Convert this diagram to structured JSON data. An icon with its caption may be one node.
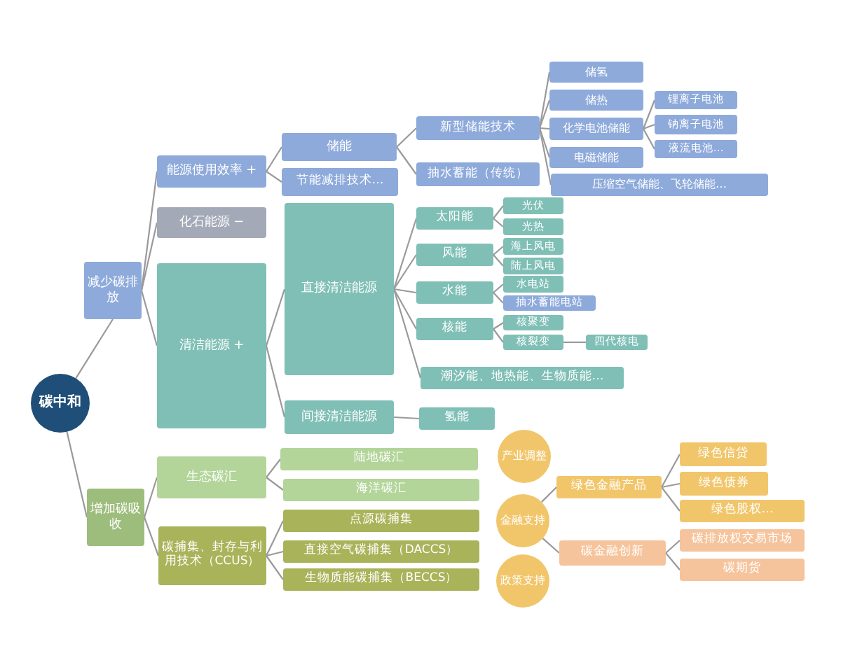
{
  "diagram": {
    "nodes": [
      {
        "text": [
          "碳中和"
        ]
      },
      {
        "text": [
          "减少碳排放"
        ]
      },
      {
        "text": [
          "能源使用效率 +"
        ]
      },
      {
        "text": [
          "化石能源 −"
        ]
      },
      {
        "text": [
          "清洁能源 +"
        ]
      },
      {
        "text": [
          "储能"
        ]
      },
      {
        "text": [
          "节能减排技术…"
        ]
      },
      {
        "text": [
          "直接清洁能源"
        ]
      },
      {
        "text": [
          "间接清洁能源"
        ]
      },
      {
        "text": [
          "新型储能技术"
        ]
      },
      {
        "text": [
          "抽水蓄能（传统）"
        ]
      },
      {
        "text": [
          "储氢"
        ]
      },
      {
        "text": [
          "储热"
        ]
      },
      {
        "text": [
          "化学电池储能"
        ]
      },
      {
        "text": [
          "电磁储能"
        ]
      },
      {
        "text": [
          "压缩空气储能、飞轮储能…"
        ]
      },
      {
        "text": [
          "锂离子电池"
        ]
      },
      {
        "text": [
          "钠离子电池"
        ]
      },
      {
        "text": [
          "液流电池…"
        ]
      },
      {
        "text": [
          "太阳能"
        ]
      },
      {
        "text": [
          "风能"
        ]
      },
      {
        "text": [
          "水能"
        ]
      },
      {
        "text": [
          "核能"
        ]
      },
      {
        "text": [
          "潮汐能、地热能、生物质能…"
        ]
      },
      {
        "text": [
          "氢能"
        ]
      },
      {
        "text": [
          "光伏"
        ]
      },
      {
        "text": [
          "光热"
        ]
      },
      {
        "text": [
          "海上风电"
        ]
      },
      {
        "text": [
          "陆上风电"
        ]
      },
      {
        "text": [
          "水电站"
        ]
      },
      {
        "text": [
          "抽水蓄能电站"
        ]
      },
      {
        "text": [
          "核聚变"
        ]
      },
      {
        "text": [
          "核裂变"
        ]
      },
      {
        "text": [
          "四代核电"
        ]
      },
      {
        "text": [
          "增加碳吸收"
        ]
      },
      {
        "text": [
          "生态碳汇"
        ]
      },
      {
        "text": [
          "碳捕集、封存与利用技术（CCUS）"
        ]
      },
      {
        "text": [
          "陆地碳汇"
        ]
      },
      {
        "text": [
          "海洋碳汇"
        ]
      },
      {
        "text": [
          "点源碳捕集"
        ]
      },
      {
        "text": [
          "直接空气碳捕集（DACCS）"
        ]
      },
      {
        "text": [
          "生物质能碳捕集（BECCS）"
        ]
      },
      {
        "text": [
          "产业调整"
        ]
      },
      {
        "text": [
          "金融支持"
        ]
      },
      {
        "text": [
          "政策支持"
        ]
      },
      {
        "text": [
          "绿色金融产品"
        ]
      },
      {
        "text": [
          "碳金融创新"
        ]
      },
      {
        "text": [
          "绿色信贷"
        ]
      },
      {
        "text": [
          "绿色债券"
        ]
      },
      {
        "text": [
          "绿色股权…"
        ]
      },
      {
        "text": [
          "碳排放权交易市场"
        ]
      },
      {
        "text": [
          "碳期货"
        ]
      }
    ],
    "edges": [
      {
        "from": 0,
        "to": 1,
        "arrow": "none"
      },
      {
        "from": 0,
        "to": 34,
        "arrow": "none"
      },
      {
        "from": 1,
        "to": 2,
        "arrow": "none"
      },
      {
        "from": 1,
        "to": 3,
        "arrow": "none"
      },
      {
        "from": 1,
        "to": 4,
        "arrow": "none"
      },
      {
        "from": 2,
        "to": 5,
        "arrow": "none"
      },
      {
        "from": 2,
        "to": 6,
        "arrow": "none"
      },
      {
        "from": 4,
        "to": 7,
        "arrow": "none"
      },
      {
        "from": 4,
        "to": 8,
        "arrow": "none"
      },
      {
        "from": 5,
        "to": 9,
        "arrow": "none"
      },
      {
        "from": 5,
        "to": 10,
        "arrow": "none"
      },
      {
        "from": 9,
        "to": 11,
        "arrow": "none"
      },
      {
        "from": 9,
        "to": 12,
        "arrow": "none"
      },
      {
        "from": 9,
        "to": 13,
        "arrow": "none"
      },
      {
        "from": 9,
        "to": 14,
        "arrow": "none"
      },
      {
        "from": 9,
        "to": 15,
        "arrow": "none"
      },
      {
        "from": 13,
        "to": 16,
        "arrow": "none"
      },
      {
        "from": 13,
        "to": 17,
        "arrow": "none"
      },
      {
        "from": 13,
        "to": 18,
        "arrow": "none"
      },
      {
        "from": 7,
        "to": 19,
        "arrow": "none"
      },
      {
        "from": 7,
        "to": 20,
        "arrow": "none"
      },
      {
        "from": 7,
        "to": 21,
        "arrow": "none"
      },
      {
        "from": 7,
        "to": 22,
        "arrow": "none"
      },
      {
        "from": 7,
        "to": 23,
        "arrow": "none"
      },
      {
        "from": 8,
        "to": 24,
        "arrow": "none"
      },
      {
        "from": 19,
        "to": 25,
        "arrow": "none"
      },
      {
        "from": 19,
        "to": 26,
        "arrow": "none"
      },
      {
        "from": 20,
        "to": 27,
        "arrow": "none"
      },
      {
        "from": 20,
        "to": 28,
        "arrow": "none"
      },
      {
        "from": 21,
        "to": 29,
        "arrow": "none"
      },
      {
        "from": 21,
        "to": 30,
        "arrow": "none"
      },
      {
        "from": 22,
        "to": 31,
        "arrow": "none"
      },
      {
        "from": 22,
        "to": 32,
        "arrow": "none"
      },
      {
        "from": 32,
        "to": 33,
        "arrow": "none"
      },
      {
        "from": 34,
        "to": 35,
        "arrow": "none"
      },
      {
        "from": 34,
        "to": 36,
        "arrow": "none"
      },
      {
        "from": 35,
        "to": 37,
        "arrow": "none"
      },
      {
        "from": 35,
        "to": 38,
        "arrow": "none"
      },
      {
        "from": 36,
        "to": 39,
        "arrow": "none"
      },
      {
        "from": 36,
        "to": 40,
        "arrow": "none"
      },
      {
        "from": 36,
        "to": 41,
        "arrow": "none"
      },
      {
        "from": 43,
        "to": 45,
        "arrow": "none"
      },
      {
        "from": 43,
        "to": 46,
        "arrow": "none"
      },
      {
        "from": 45,
        "to": 47,
        "arrow": "none"
      },
      {
        "from": 45,
        "to": 48,
        "arrow": "none"
      },
      {
        "from": 45,
        "to": 49,
        "arrow": "none"
      },
      {
        "from": 46,
        "to": 50,
        "arrow": "none"
      },
      {
        "from": 46,
        "to": 51,
        "arrow": "none"
      }
    ]
  }
}
